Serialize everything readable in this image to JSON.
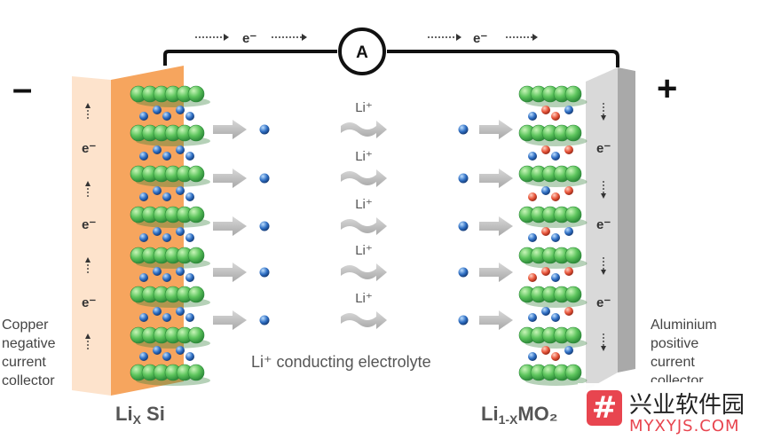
{
  "circuit": {
    "electron_label": "e⁻",
    "ammeter_label": "A"
  },
  "terminals": {
    "negative": "–",
    "positive": "+"
  },
  "anode": {
    "formula_base": "Li",
    "formula_sub": "X",
    "formula_tail": "Si",
    "collector_label": [
      "Copper",
      "negative",
      "current",
      "collector"
    ]
  },
  "cathode": {
    "formula_base": "Li",
    "formula_sub": "1-X",
    "formula_tail": "MO₂",
    "collector_label": [
      "Aluminium",
      "positive",
      "current",
      "collector"
    ]
  },
  "electrolyte": {
    "ion_label": "Li⁺",
    "caption": "Li⁺ conducting electrolyte"
  },
  "collector_electron_label": "e⁻",
  "watermark": {
    "logo_glyph": "#",
    "title": "兴业软件园",
    "url": "MYXYJS.COM"
  },
  "colors": {
    "copper": "#f6a55e",
    "aluminium": "#c9c9c9",
    "graphite": "#5cc45c",
    "lithium": "#2f6fc4",
    "metal_oxide": "#e8553a"
  }
}
